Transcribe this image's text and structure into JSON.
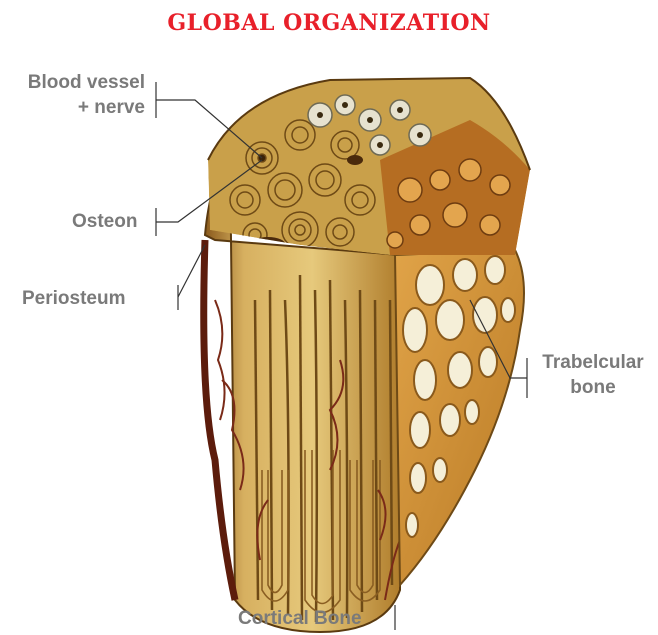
{
  "title": "GLOBAL ORGANIZATION",
  "colors": {
    "title": "#e8202a",
    "label": "#7a7a7a",
    "bone_light": "#e2c679",
    "bone_mid": "#c99a3b",
    "bone_dark": "#6e4a16",
    "trabecular": "#d69a3c",
    "vessel": "#7a2a18"
  },
  "labels": {
    "blood_vessel_line1": "Blood vessel",
    "blood_vessel_line2": "+ nerve",
    "osteon": "Osteon",
    "periosteum": "Periosteum",
    "trabecular_line1": "Trabelcular",
    "trabecular_line2": "bone",
    "cortical": "Cortical Bone"
  }
}
